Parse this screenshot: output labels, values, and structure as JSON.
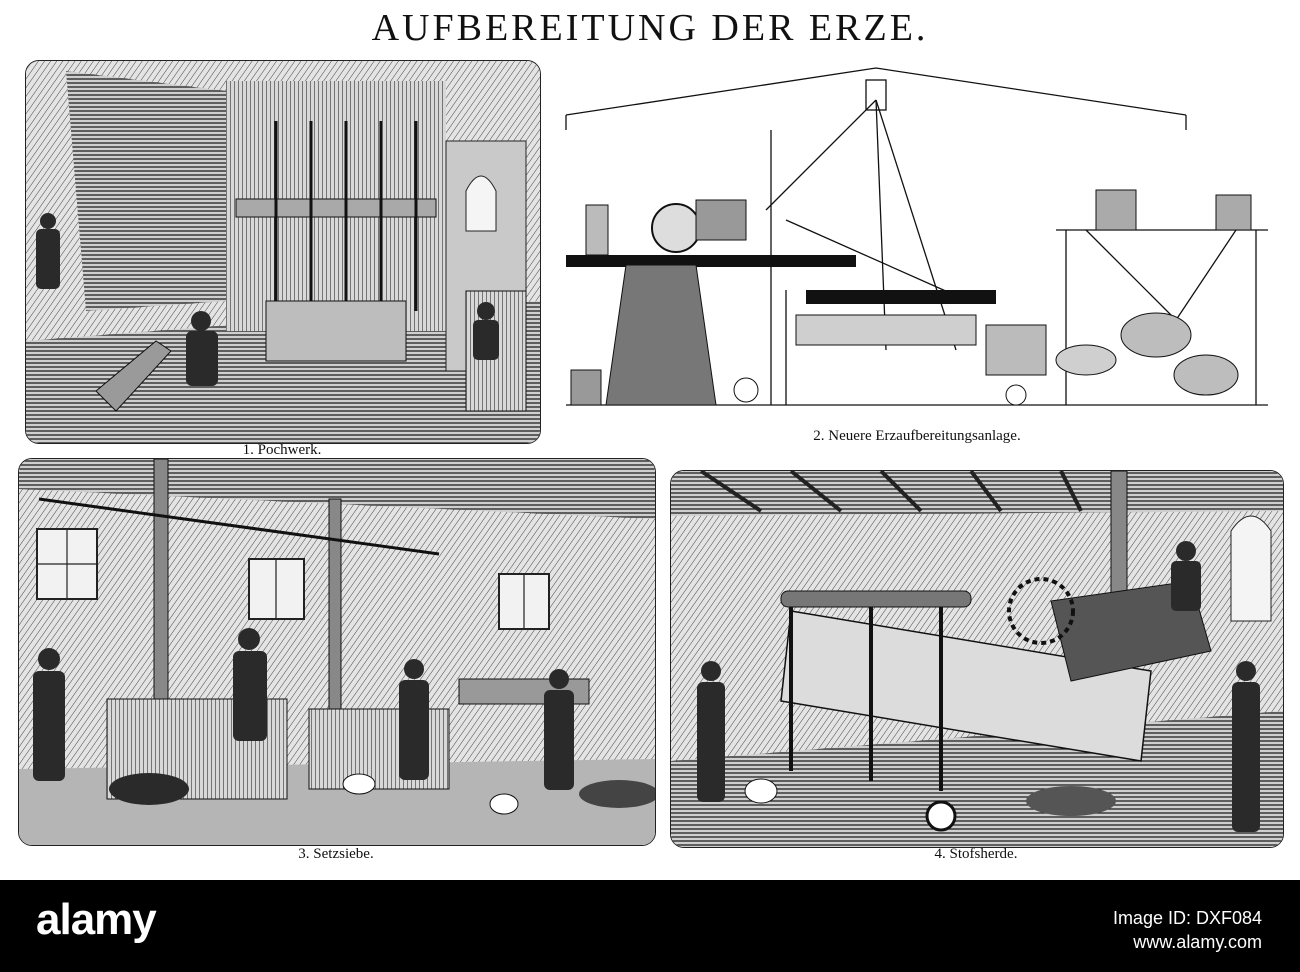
{
  "header": {
    "title": "AUFBEREITUNG DER ERZE."
  },
  "panels": [
    {
      "caption": "1. Pochwerk."
    },
    {
      "caption": "2. Neuere Erzaufbereitungsanlage."
    },
    {
      "caption": "3. Setzsiebe."
    },
    {
      "caption": "4. Stofsherde."
    }
  ],
  "footer": {
    "logo": "alamy",
    "image_id_label": "Image ID: DXF084",
    "site": "www.alamy.com"
  },
  "colors": {
    "ink": "#111111",
    "paper": "#ffffff",
    "strip": "#000000"
  }
}
